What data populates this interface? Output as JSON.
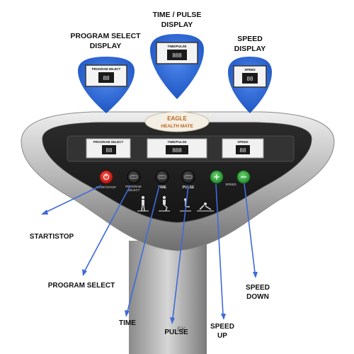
{
  "callouts": {
    "program_select": "PROGRAM SELECT\nDISPLAY",
    "time_pulse": "TIME / PULSE\nDISPLAY",
    "speed": "SPEED\nDISPLAY"
  },
  "bubbles": {
    "program_select": "PROGRAM SELECT",
    "time_pulse": "TIME/PULSE",
    "speed": "SPEED"
  },
  "device": {
    "brand_line1": "EAGLE",
    "brand_line2": "HEALTH MATE",
    "display_labels": {
      "program_select": "PROGRAM SELECT",
      "time_pulse": "TIME/PULSE",
      "speed": "SPEED"
    },
    "digits": {
      "program_select": "88",
      "time_pulse": "888",
      "speed": "88"
    },
    "button_labels": {
      "start_stop": "START/STOP",
      "program_select": "PROGRAM\nSELECT",
      "time": "TIME",
      "pulse": "PULSE",
      "speed": "SPEED"
    },
    "colors": {
      "start_button": "#d8261e",
      "speed_button": "#3aa845",
      "callout_blue": "#2f6fd8",
      "pointer_line": "#3f6ad8"
    }
  },
  "annotations": {
    "start_stop": "STARTISTOP",
    "program_select": "PROGRAM  SELECT",
    "time": "TIME",
    "pulse": "PULSE",
    "speed_up": "SPEED\nUP",
    "speed_down": "SPEED\nDOWN"
  }
}
